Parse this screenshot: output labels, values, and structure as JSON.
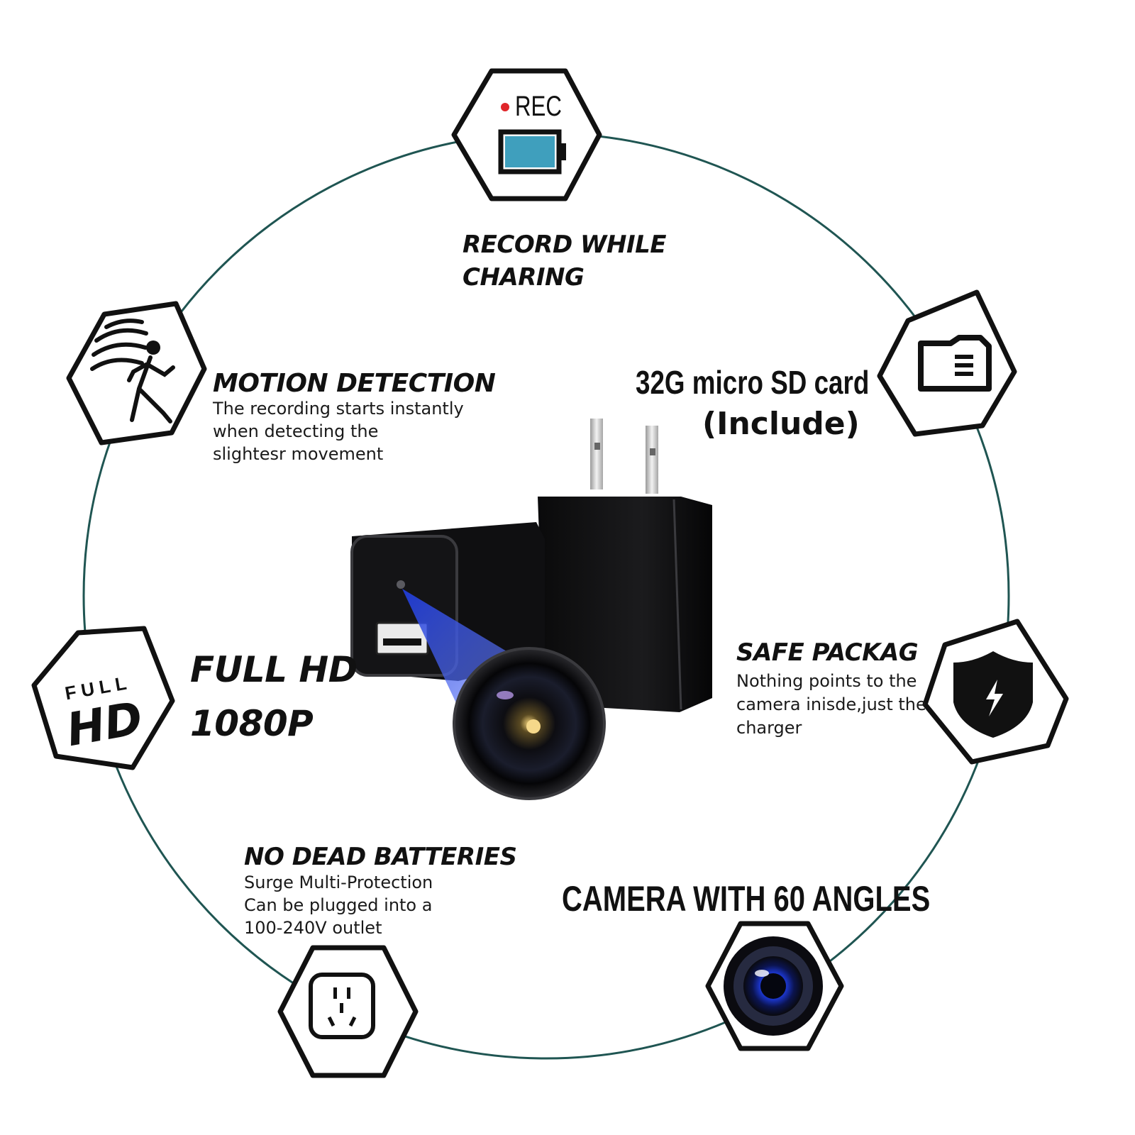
{
  "colors": {
    "ring": "#1f5552",
    "hex_stroke": "#111111",
    "rec_dot": "#e0262a",
    "battery_fill": "#3f9fbd",
    "lens_blue": "#2f4ed8"
  },
  "features": {
    "record": {
      "icon_label": "REC",
      "icon": "rec-battery-icon",
      "title_line1": "RECORD WHILE",
      "title_line2": "CHARING"
    },
    "motion": {
      "icon": "motion-sensor-icon",
      "title": "MOTION DETECTION",
      "desc_line1": "The recording starts instantly",
      "desc_line2": "when detecting the",
      "desc_line3": "slightesr movement"
    },
    "sdcard": {
      "icon": "sd-card-icon",
      "title": "32G micro SD card",
      "subtitle": "(Include)"
    },
    "fullhd": {
      "icon": "full-hd-icon",
      "icon_top": "FULL",
      "icon_main": "HD",
      "title_line1": "FULL HD",
      "title_line2": "1080P"
    },
    "safe": {
      "icon": "shield-icon",
      "title": "SAFE PACKAG",
      "desc_line1": "Nothing points to the",
      "desc_line2": "camera inisde,just the",
      "desc_line3": "charger"
    },
    "battery": {
      "icon": "power-outlet-icon",
      "title": "NO DEAD BATTERIES",
      "desc_line1": "Surge Multi-Protection",
      "desc_line2": "Can be plugged into a",
      "desc_line3": "100-240V outlet"
    },
    "angles": {
      "icon": "camera-lens-icon",
      "title": "CAMERA WITH 60 ANGLES"
    }
  },
  "product": {
    "image": "usb-charger-camera"
  }
}
